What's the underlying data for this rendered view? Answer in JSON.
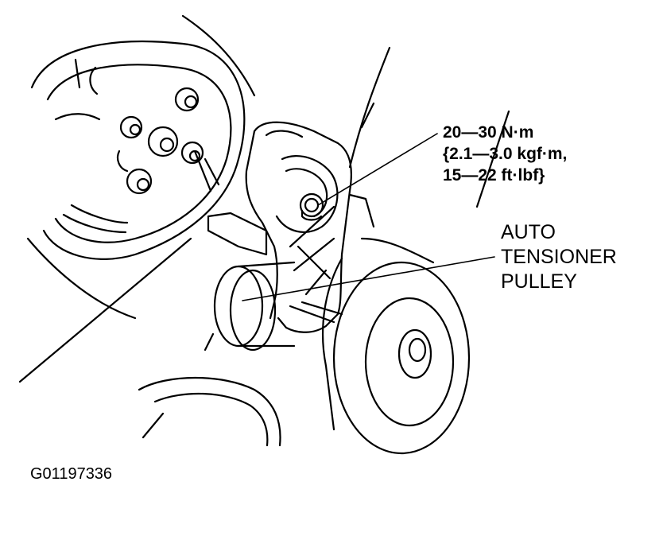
{
  "torque": {
    "line1": "20—30 N·m",
    "line2": "{2.1—3.0 kgf·m,",
    "line3": "15—22 ft·lbf}"
  },
  "part": {
    "line1": "AUTO",
    "line2": "TENSIONER",
    "line3": "PULLEY"
  },
  "figure_id": "G01197336",
  "colors": {
    "ink": "#000000",
    "paper": "#ffffff"
  }
}
